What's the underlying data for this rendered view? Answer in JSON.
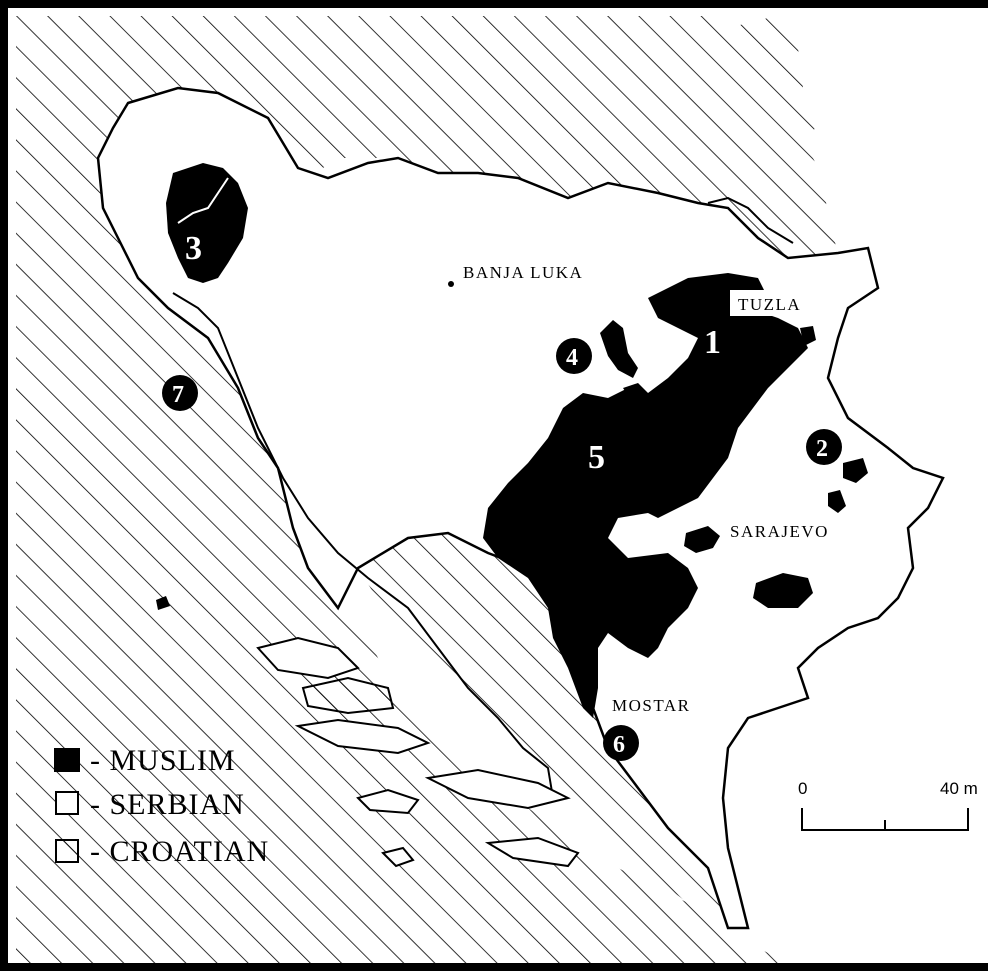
{
  "colors": {
    "muslim": "#000000",
    "serbian": "#ffffff",
    "croatian_hatch": "#000000",
    "border": "#000000"
  },
  "cities": [
    {
      "id": "banja-luka",
      "name": "BANJA LUKA"
    },
    {
      "id": "tuzla",
      "name": "TUZLA"
    },
    {
      "id": "sarajevo",
      "name": "SARAJEVO"
    },
    {
      "id": "mostar",
      "name": "MOSTAR"
    }
  ],
  "region_numbers": [
    "1",
    "2",
    "3",
    "4",
    "5",
    "6",
    "7"
  ],
  "legend": {
    "items": [
      {
        "symbol": "solid-black-square",
        "label": "- MUSLIM"
      },
      {
        "symbol": "empty-square",
        "label": "- SERBIAN"
      },
      {
        "symbol": "hatched-square",
        "label": "- CROATIAN"
      }
    ]
  },
  "scale_bar": {
    "start": "0",
    "end": "40 m"
  }
}
